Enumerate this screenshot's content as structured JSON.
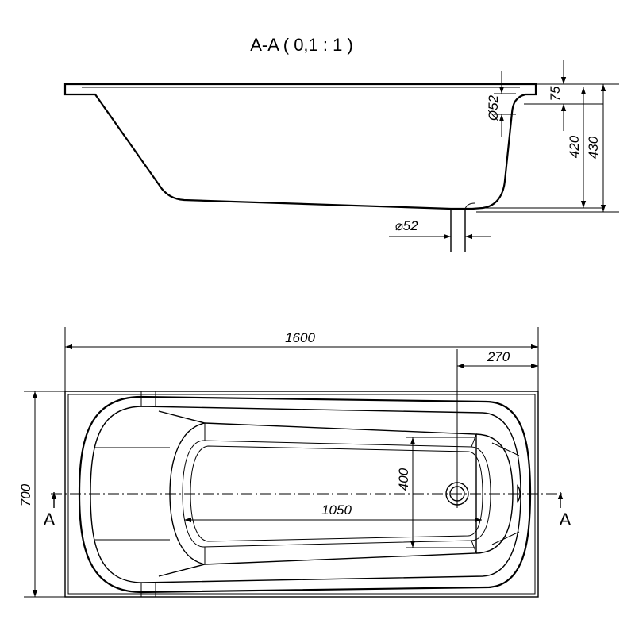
{
  "section_view": {
    "title": "A-A ( 0,1 : 1 )",
    "dimensions": {
      "rim_depth": "75",
      "overflow_diameter": "Ø52",
      "overflow_height": "420",
      "total_height": "430",
      "drain_diameter": "⌀52"
    }
  },
  "plan_view": {
    "dimensions": {
      "length": "1600",
      "width": "700",
      "drain_offset": "270",
      "inner_width": "400",
      "inner_length": "1050"
    },
    "section_marker_left": "A",
    "section_marker_right": "A"
  },
  "colors": {
    "line": "#000000",
    "background": "#ffffff"
  }
}
